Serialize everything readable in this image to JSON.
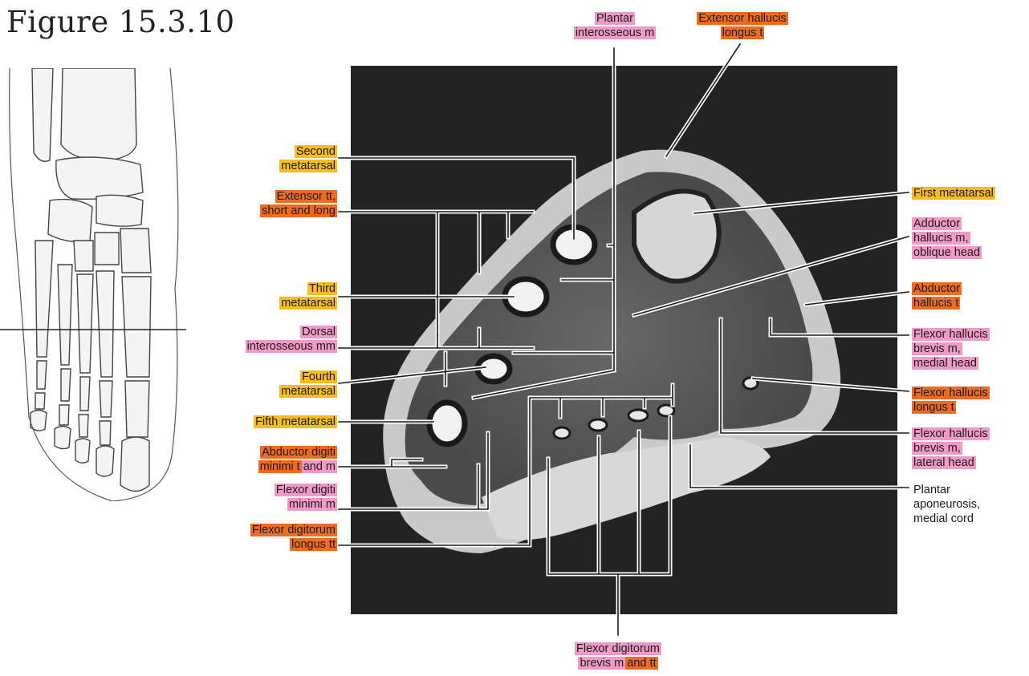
{
  "figure_title": "Figure 15.3.10",
  "colors": {
    "bone": "#f7bd1e",
    "muscle": "#f199c8",
    "tendon": "#ee6c22"
  },
  "labels": {
    "plantar_interosseous_1": "Plantar",
    "plantar_interosseous_2": "interosseous m",
    "extensor_hallucis_1": "Extensor hallucis",
    "extensor_hallucis_2": "longus t",
    "second_metatarsal_1": "Second",
    "second_metatarsal_2": "metatarsal",
    "extensor_tt_1": "Extensor tt,",
    "extensor_tt_2": "short and long",
    "third_metatarsal_1": "Third",
    "third_metatarsal_2": "metatarsal",
    "dorsal_interosseous_1": "Dorsal",
    "dorsal_interosseous_2": "interosseous mm",
    "fourth_metatarsal_1": "Fourth",
    "fourth_metatarsal_2": "metatarsal",
    "fifth_metatarsal": "Fifth metatarsal",
    "abductor_digiti_1": "Abductor digiti",
    "abductor_digiti_2a": "minimi t",
    "abductor_digiti_2b": "and m",
    "flexor_digiti_1": "Flexor digiti",
    "flexor_digiti_2": "minimi m",
    "flexor_digitorum_longus_1": "Flexor digitorum",
    "flexor_digitorum_longus_2": "longus tt",
    "first_metatarsal": "First metatarsal",
    "adductor_hallucis_1": "Adductor",
    "adductor_hallucis_2": "hallucis m,",
    "adductor_hallucis_3": "oblique head",
    "abductor_hallucis_1": "Abductor",
    "abductor_hallucis_2": "hallucis t",
    "fhb_medial_1": "Flexor hallucis",
    "fhb_medial_2": "brevis m,",
    "fhb_medial_3": "medial head",
    "fhl_1": "Flexor hallucis",
    "fhl_2": "longus t",
    "fhb_lateral_1": "Flexor hallucis",
    "fhb_lateral_2": "brevis m,",
    "fhb_lateral_3": "lateral head",
    "plantar_apo_1": "Plantar",
    "plantar_apo_2": "aponeurosis,",
    "plantar_apo_3": "medial cord",
    "fdb_1": "Flexor digitorum",
    "fdb_2a": "brevis m",
    "fdb_2b": "and tt"
  }
}
